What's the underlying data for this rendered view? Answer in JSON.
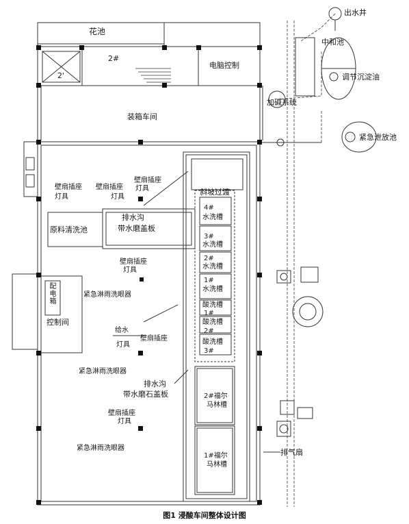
{
  "labels": {
    "flower_bed": "花池",
    "room_2": "2#",
    "room_2b": "2'",
    "computer_control": "电脑控制",
    "outlet_well": "出水井",
    "neutral_tank": "中和池",
    "regulate_tank": "调节沉淀油",
    "alkali_system": "加碱系统",
    "emergency_tank": "紧急泄放池",
    "loading_workshop": "装箱车间",
    "fan_socket": "壁扇插座",
    "lamp": "灯具",
    "slope_transition": "斜坡过渡",
    "drain_ditch": "排水沟",
    "drain_cover_stone": "带水磨盖板",
    "raw_wash_tank": "原料清洗池",
    "water_tank_4": "4#",
    "water_tank_3": "3#",
    "water_tank_2": "2#",
    "water_tank_1": "1#",
    "water_tank": "水洗槽",
    "acid_tank": "酸洗槽",
    "acid_1": "1#",
    "acid_2": "2#",
    "acid_3": "3#",
    "distribution_box": "配电箱",
    "control_room": "控制间",
    "eyewash": "紧急淋雨洗眼器",
    "water_supply": "给水",
    "drain_ditch2": "排水沟",
    "drain_cover_stone2": "带水磨石盖板",
    "formalin_2": "2#福尔",
    "formalin_1": "1#福尔",
    "formalin_tank": "马林槽",
    "exhaust_fan": "排气扇"
  },
  "caption": "图1  浸酸车间整体设计图"
}
